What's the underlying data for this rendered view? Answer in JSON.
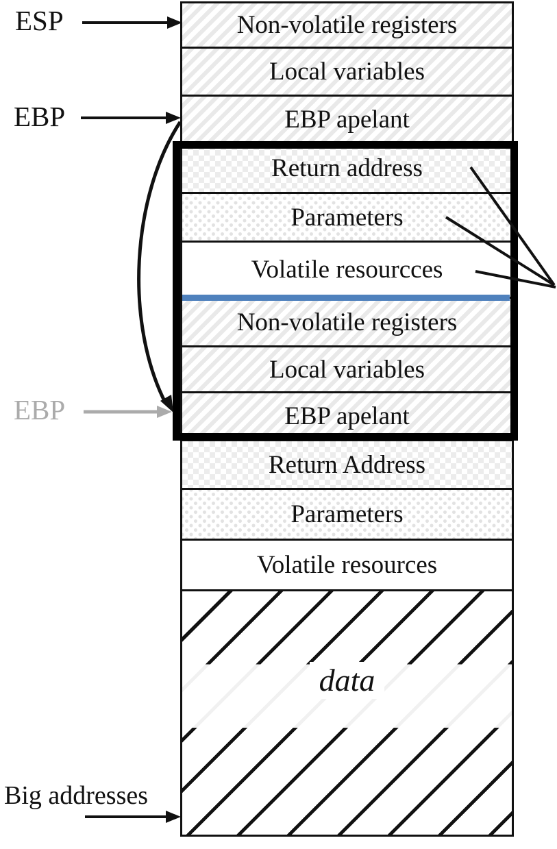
{
  "pointers": {
    "esp": "ESP",
    "ebp": "EBP",
    "ebp_old": "EBP",
    "big_addresses": "Big addresses"
  },
  "stack": {
    "rows": [
      {
        "label": "Non-volatile registers",
        "pattern": "diagonal-hatch"
      },
      {
        "label": "Local variables",
        "pattern": "diagonal-hatch"
      },
      {
        "label": "EBP apelant",
        "pattern": "diagonal-hatch"
      },
      {
        "label": "Return address",
        "pattern": "checkerboard"
      },
      {
        "label": "Parameters",
        "pattern": "dots"
      },
      {
        "label": "Volatile resourcces",
        "pattern": "plain"
      },
      {
        "label": "Non-volatile registers",
        "pattern": "diagonal-hatch"
      },
      {
        "label": "Local variables",
        "pattern": "diagonal-hatch"
      },
      {
        "label": "EBP apelant",
        "pattern": "diagonal-hatch"
      },
      {
        "label": "Return Address",
        "pattern": "checkerboard"
      },
      {
        "label": "Parameters",
        "pattern": "dots"
      },
      {
        "label": "Volatile resources",
        "pattern": "plain"
      },
      {
        "label": "data",
        "pattern": "wide-diagonal"
      }
    ]
  },
  "colors": {
    "divider_blue": "#4f81bd",
    "inactive_gray": "#ababab",
    "line_black": "#111111"
  }
}
